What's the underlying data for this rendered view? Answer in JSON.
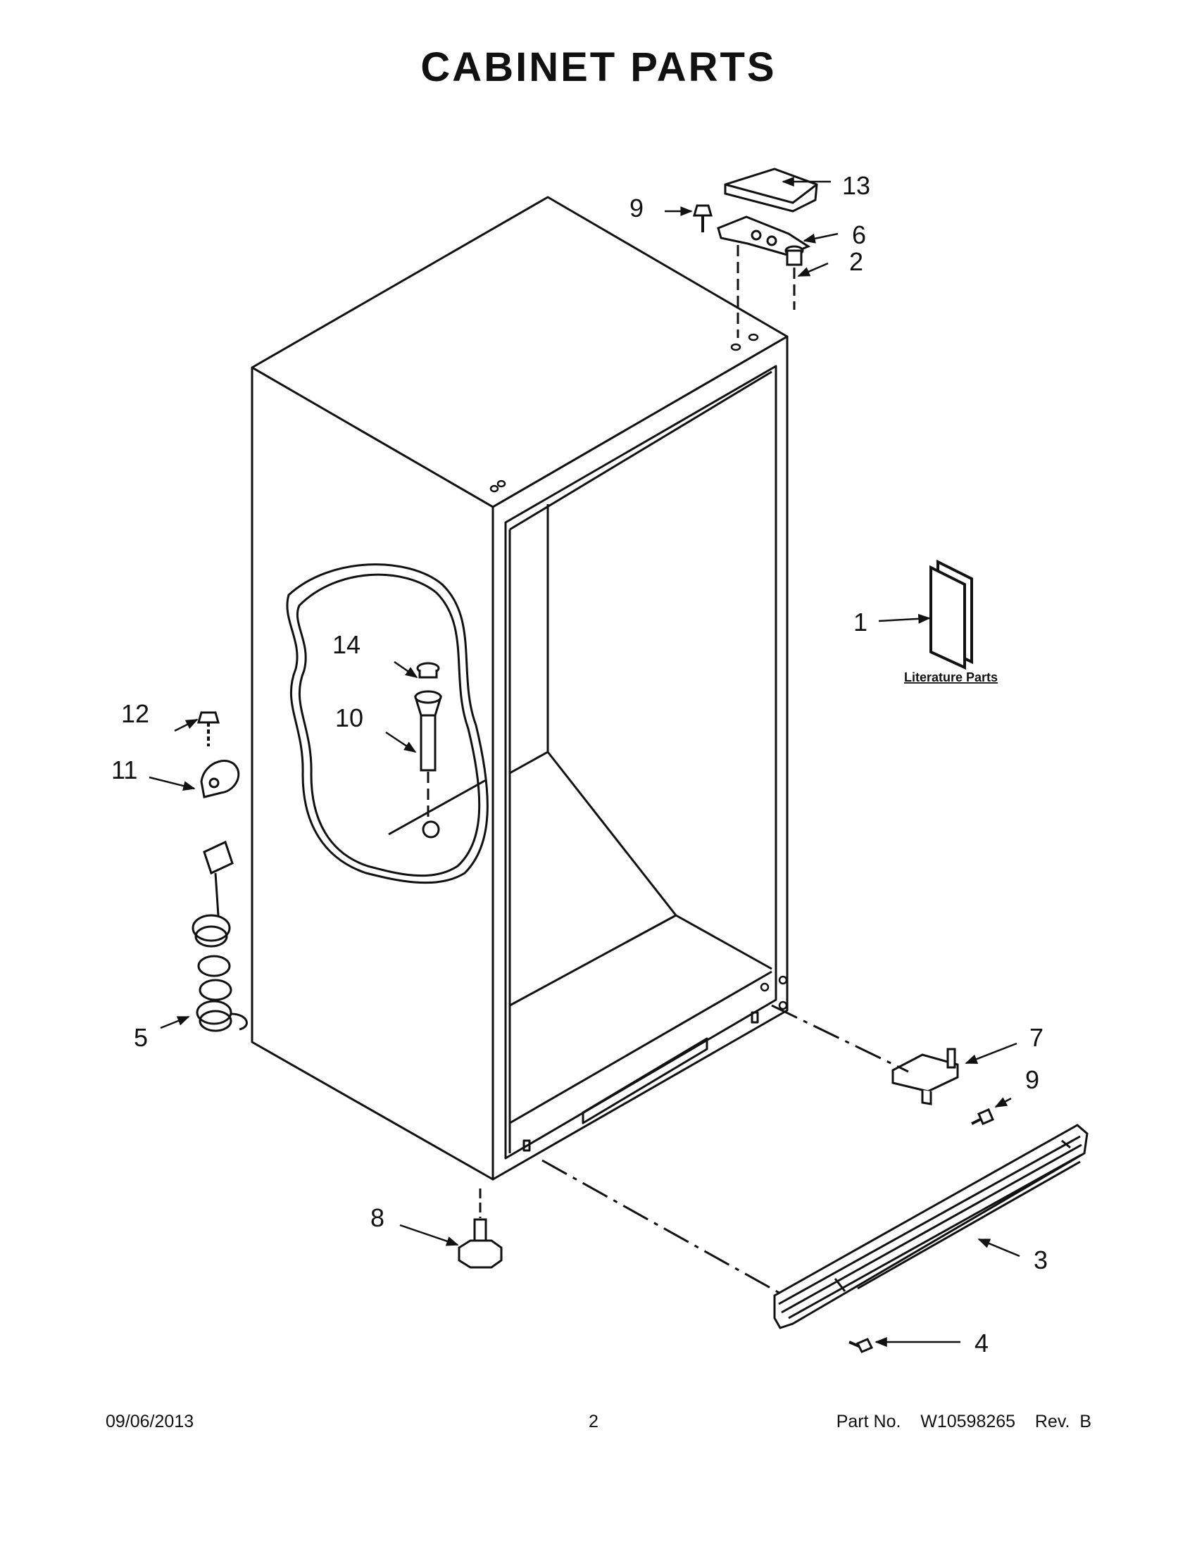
{
  "title": "CABINET PARTS",
  "literature_caption": "Literature Parts",
  "callouts": [
    "13",
    "9",
    "6",
    "2",
    "1",
    "14",
    "12",
    "10",
    "11",
    "5",
    "7",
    "9",
    "8",
    "3",
    "4"
  ],
  "footer": {
    "date": "09/06/2013",
    "page": "2",
    "part_prefix": "Part No.",
    "part_number": "W10598265",
    "rev": "Rev.  B"
  }
}
